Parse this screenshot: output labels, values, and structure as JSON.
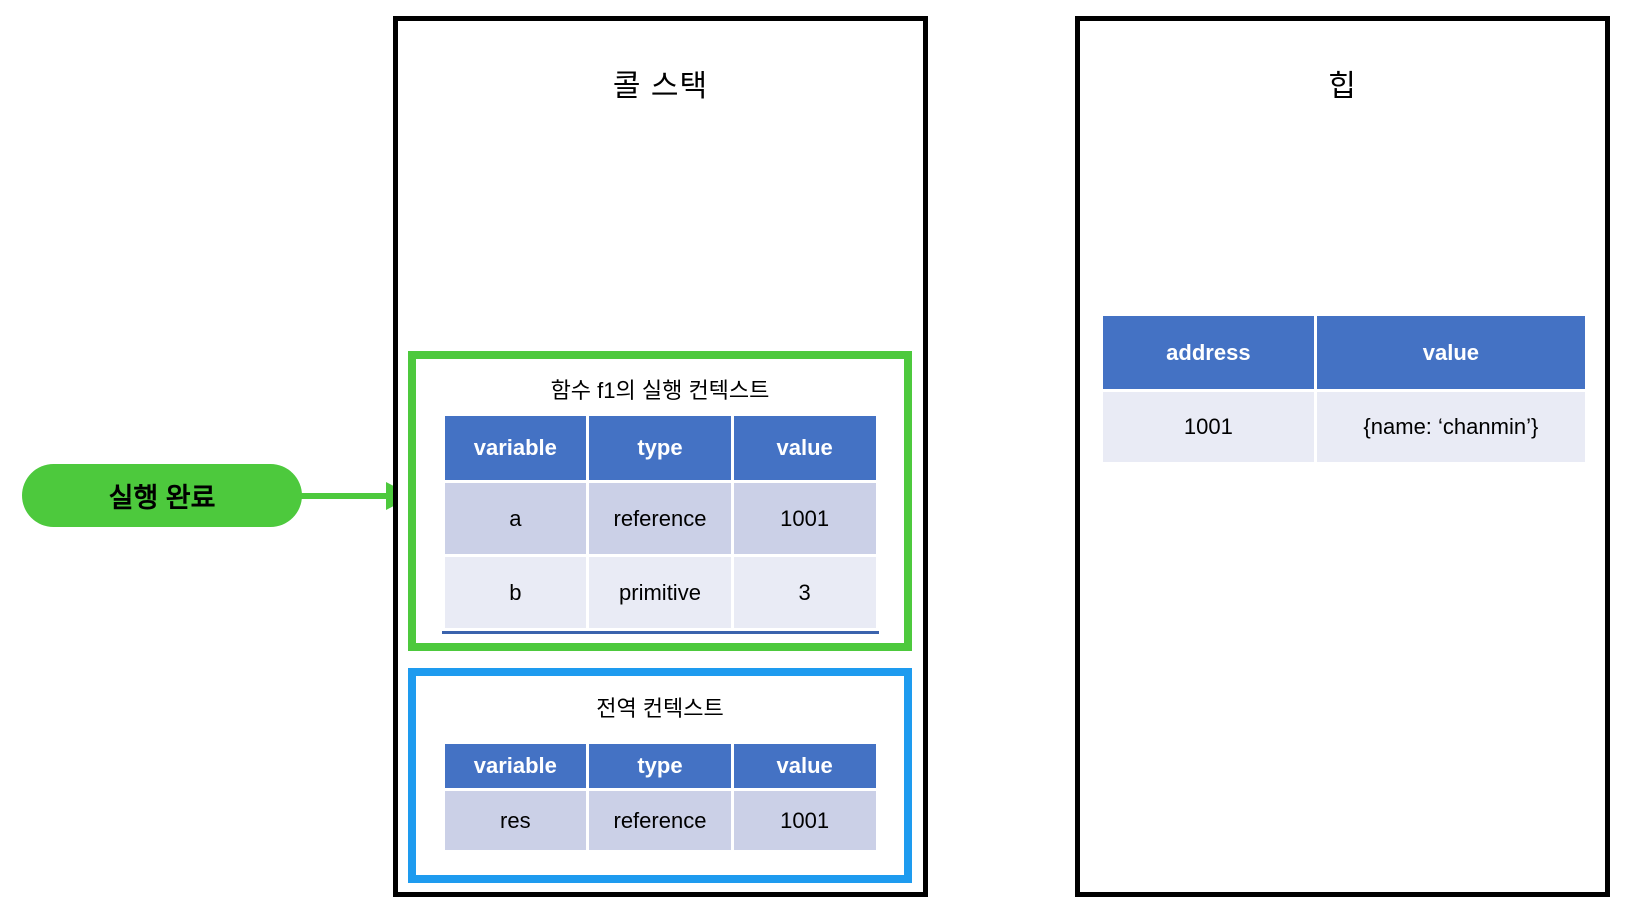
{
  "badge": {
    "label": "실행 완료"
  },
  "call_stack": {
    "title": "콜 스택",
    "frames": [
      {
        "title": "함수 f1의 실행 컨텍스트",
        "border_color": "#4DC93D",
        "headers": [
          "variable",
          "type",
          "value"
        ],
        "rows": [
          [
            "a",
            "reference",
            "1001"
          ],
          [
            "b",
            "primitive",
            "3"
          ]
        ]
      },
      {
        "title": "전역 컨텍스트",
        "border_color": "#1E9BEF",
        "headers": [
          "variable",
          "type",
          "value"
        ],
        "rows": [
          [
            "res",
            "reference",
            "1001"
          ]
        ]
      }
    ]
  },
  "heap": {
    "title": "힙",
    "headers": [
      "address",
      "value"
    ],
    "rows": [
      [
        "1001",
        "{name: ‘chanmin’}"
      ]
    ]
  },
  "colors": {
    "table_header_blue": "#4472C4",
    "row_band_dark": "#CBD0E7",
    "row_band_light": "#E9EBF5",
    "accent_green": "#4DC93D",
    "accent_blue": "#1E9BEF",
    "table_bottom_border": "#3B63AD",
    "panel_border": "#000000"
  }
}
